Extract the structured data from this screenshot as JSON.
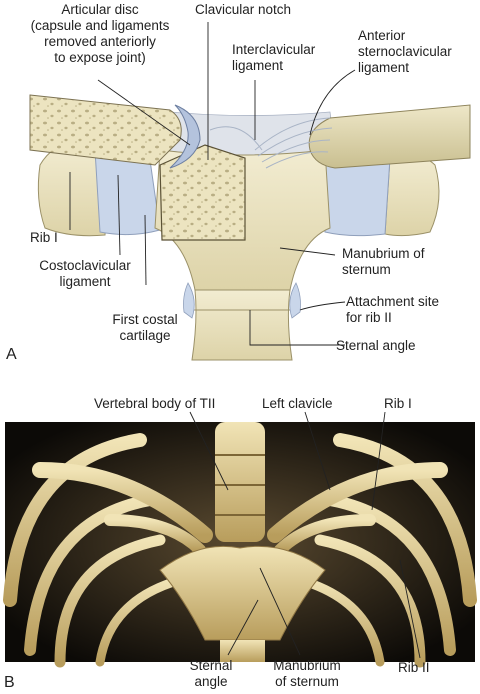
{
  "panel_a": {
    "letter": "A",
    "labels": {
      "articular_disc_l1": "Articular disc",
      "articular_disc_l2": "(capsule and ligaments",
      "articular_disc_l3": "removed anteriorly",
      "articular_disc_l4": "to  expose joint)",
      "clavicular_notch": "Clavicular notch",
      "interclavicular_l1": "Interclavicular",
      "interclavicular_l2": "ligament",
      "anterior_sc_l1": "Anterior",
      "anterior_sc_l2": "sternoclavicular",
      "anterior_sc_l3": "ligament",
      "rib_i": "Rib I",
      "costoclavicular_l1": "Costoclavicular",
      "costoclavicular_l2": "ligament",
      "first_costal_l1": "First costal",
      "first_costal_l2": "cartilage",
      "manubrium_l1": "Manubrium of",
      "manubrium_l2": "sternum",
      "attachment_l1": "Attachment site",
      "attachment_l2": "for rib II",
      "sternal_angle": "Sternal angle"
    }
  },
  "panel_b": {
    "letter": "B",
    "labels": {
      "vertebral_body": "Vertebral body of TII",
      "left_clavicle": "Left clavicle",
      "rib_i": "Rib I",
      "sternal_angle_l1": "Sternal",
      "sternal_angle_l2": "angle",
      "manubrium_l1": "Manubrium",
      "manubrium_l2": "of sternum",
      "rib_ii": "Rib II"
    }
  },
  "colors": {
    "bone": "#ece6c6",
    "bone_shadow": "#cfc79c",
    "cartilage": "#c9d6ea",
    "ligament": "#d8deea",
    "ct_background": "#0c0a07",
    "ct_bone": "#d9c58d"
  }
}
